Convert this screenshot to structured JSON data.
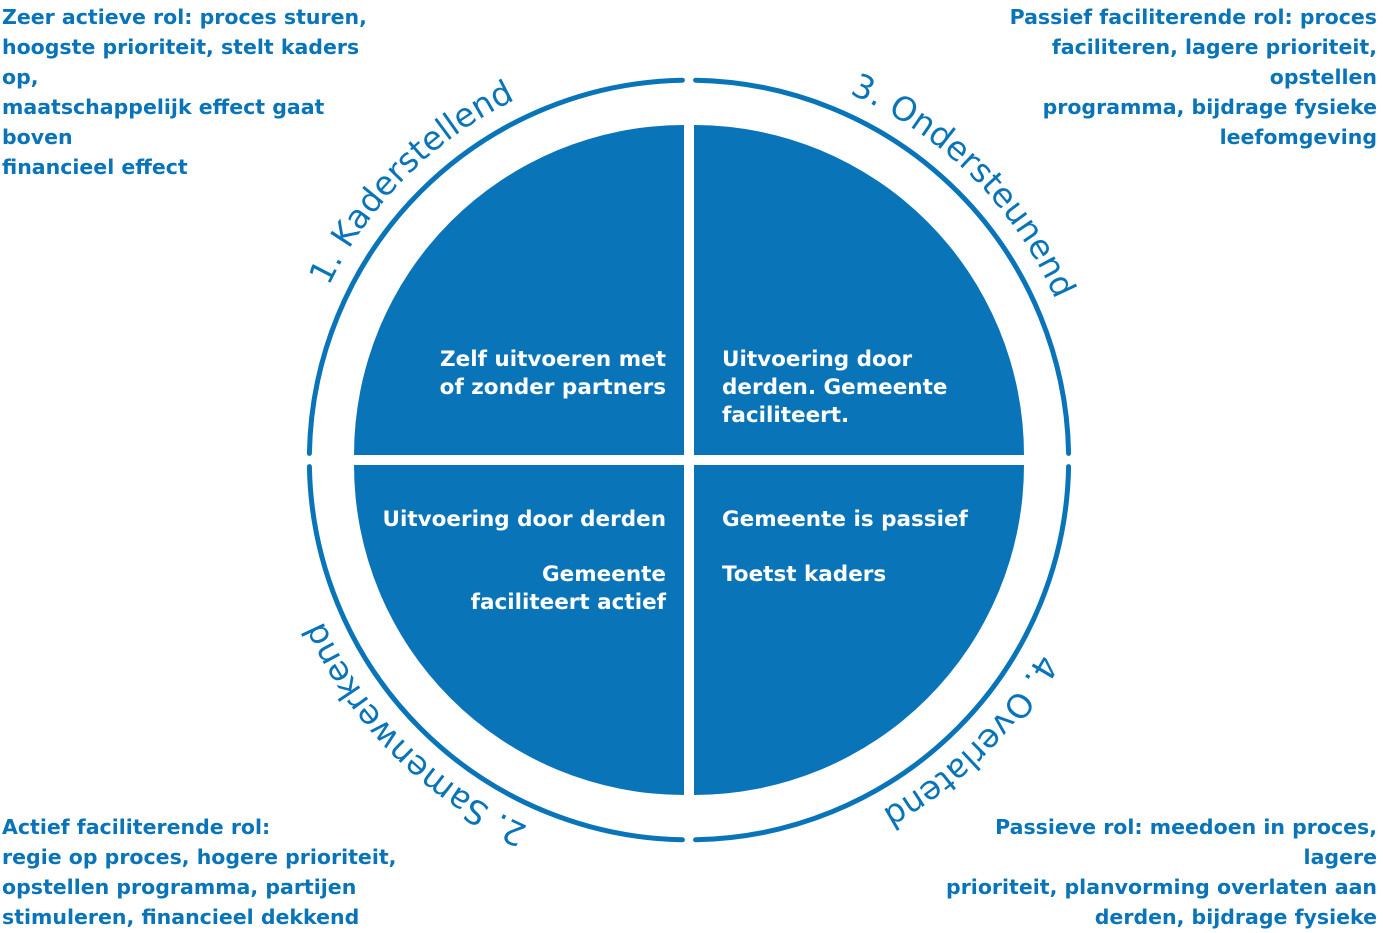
{
  "corners": {
    "top_left": {
      "strong": "Zeer actieve rol:",
      "lines": [
        " proces sturen,",
        "hoogste prioriteit, stelt kaders op,",
        "maatschappelijk effect gaat boven",
        "financieel effect"
      ]
    },
    "top_right": {
      "strong": "Passief faciliterende rol:",
      "lines": [
        " proces",
        "faciliteren, lagere prioriteit, opstellen",
        "programma, bijdrage fysieke",
        "leefomgeving"
      ]
    },
    "bottom_left": {
      "strong": "Actief faciliterende rol:",
      "lines": [
        "",
        "regie op proces, hogere prioriteit,",
        "opstellen programma, partijen",
        "stimuleren, financieel dekkend"
      ]
    },
    "bottom_right": {
      "strong": "Passieve rol:",
      "lines": [
        " meedoen in proces, lagere",
        "prioriteit, planvorming overlaten aan",
        "derden, bijdrage fysieke leefomgeving"
      ]
    }
  },
  "ring_labels": {
    "q1": "1. Kaderstellend",
    "q2": "2. Samenwerkend",
    "q3": "3. Ondersteunend",
    "q4": "4. Overlatend"
  },
  "quadrants": {
    "q1": {
      "lines": [
        "Zelf uitvoeren met",
        "of zonder partners"
      ]
    },
    "q3": {
      "lines": [
        "Uitvoering door",
        "derden. Gemeente",
        "faciliteert."
      ]
    },
    "q2": {
      "para1": "Uitvoering door derden",
      "para2_lines": [
        "Gemeente",
        "faciliteert actief"
      ]
    },
    "q4": {
      "para1": "Gemeente is passief",
      "para2": "Toetst kaders"
    }
  },
  "colors": {
    "primary": "#0a74b8",
    "background": "#ffffff",
    "quadrant_text": "#ffffff"
  }
}
